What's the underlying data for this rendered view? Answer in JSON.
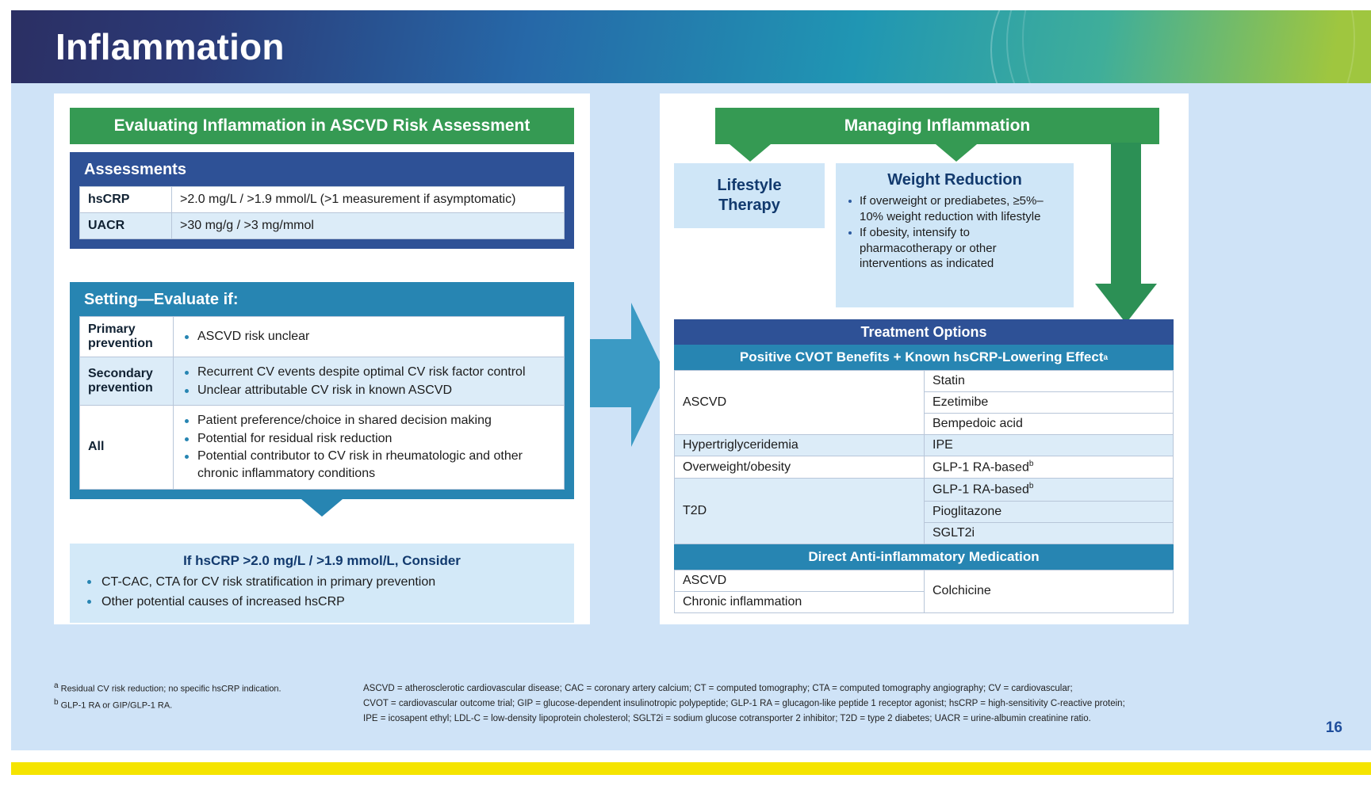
{
  "slide": {
    "title": "Inflammation",
    "page_number": "16"
  },
  "left_panel": {
    "header": "Evaluating Inflammation in ASCVD Risk Assessment",
    "assessments": {
      "header": "Assessments",
      "rows": [
        {
          "label": "hsCRP",
          "value": ">2.0 mg/L / >1.9 mmol/L (>1 measurement if asymptomatic)"
        },
        {
          "label": "UACR",
          "value": ">30 mg/g / >3 mg/mmol"
        }
      ]
    },
    "setting": {
      "header": "Setting—Evaluate if:",
      "rows": [
        {
          "label": "Primary prevention",
          "bullets": [
            "ASCVD risk unclear"
          ]
        },
        {
          "label": "Secondary prevention",
          "bullets": [
            "Recurrent CV events despite optimal CV risk factor control",
            "Unclear attributable CV risk in known ASCVD"
          ]
        },
        {
          "label": "All",
          "bullets": [
            "Patient preference/choice in shared decision making",
            "Potential for residual risk reduction",
            "Potential contributor to CV risk in rheumatologic and other chronic inflammatory conditions"
          ]
        }
      ]
    },
    "consider": {
      "title": "If hsCRP >2.0 mg/L / >1.9 mmol/L, Consider",
      "bullets": [
        "CT-CAC, CTA for CV risk stratification in primary prevention",
        "Other potential causes of increased hsCRP"
      ]
    }
  },
  "right_panel": {
    "header": "Managing Inflammation",
    "lifestyle": {
      "title_line1": "Lifestyle",
      "title_line2": "Therapy"
    },
    "weight_reduction": {
      "title": "Weight Reduction",
      "bullets": [
        "If overweight or prediabetes, ≥5%–10% weight reduction with lifestyle",
        "If obesity, intensify to pharmacotherapy or other interventions as indicated"
      ]
    },
    "treatment": {
      "header": "Treatment Options",
      "section1_header": "Positive CVOT Benefits + Known hsCRP-Lowering Effect",
      "section1_header_sup": "a",
      "section1_rows": [
        {
          "condition": "ASCVD",
          "rowspan": 3,
          "drugs": [
            "Statin",
            "Ezetimibe",
            "Bempedoic acid"
          ],
          "shaded": false
        },
        {
          "condition": "Hypertriglyceridemia",
          "rowspan": 1,
          "drugs": [
            "IPE"
          ],
          "shaded": true
        },
        {
          "condition": "Overweight/obesity",
          "rowspan": 1,
          "drugs": [
            "GLP-1 RA-based"
          ],
          "drug_sup": "b",
          "shaded": false
        },
        {
          "condition": "T2D",
          "rowspan": 3,
          "drugs": [
            "GLP-1 RA-based",
            "Pioglitazone",
            "SGLT2i"
          ],
          "drug_sup_first": "b",
          "shaded": true
        }
      ],
      "section2_header": "Direct Anti-inflammatory Medication",
      "section2_rows": [
        {
          "condition": "ASCVD",
          "drug": "Colchicine"
        },
        {
          "condition": "Chronic inflammation",
          "drug": ""
        }
      ]
    }
  },
  "footnotes": {
    "left": [
      {
        "marker": "a",
        "text": "Residual CV risk reduction; no specific hsCRP indication."
      },
      {
        "marker": "b",
        "text": "GLP-1 RA or GIP/GLP-1 RA."
      }
    ],
    "right": [
      "ASCVD = atherosclerotic cardiovascular disease; CAC = coronary artery calcium; CT = computed tomography; CTA = computed tomography angiography; CV = cardiovascular;",
      "CVOT = cardiovascular outcome trial; GIP = glucose-dependent insulinotropic polypeptide; GLP-1 RA = glucagon-like peptide 1 receptor agonist; hsCRP = high-sensitivity C-reactive protein;",
      "IPE = icosapent ethyl; LDL-C = low-density lipoprotein cholesterol; SGLT2i = sodium glucose cotransporter 2 inhibitor; T2D = type 2 diabetes; UACR = urine-albumin creatinine ratio."
    ]
  },
  "colors": {
    "green": "#359a53",
    "dark_blue": "#2e5196",
    "teal": "#2785b2",
    "light_blue_bg": "#cfe3f7",
    "yellow_bar": "#f5e400"
  }
}
